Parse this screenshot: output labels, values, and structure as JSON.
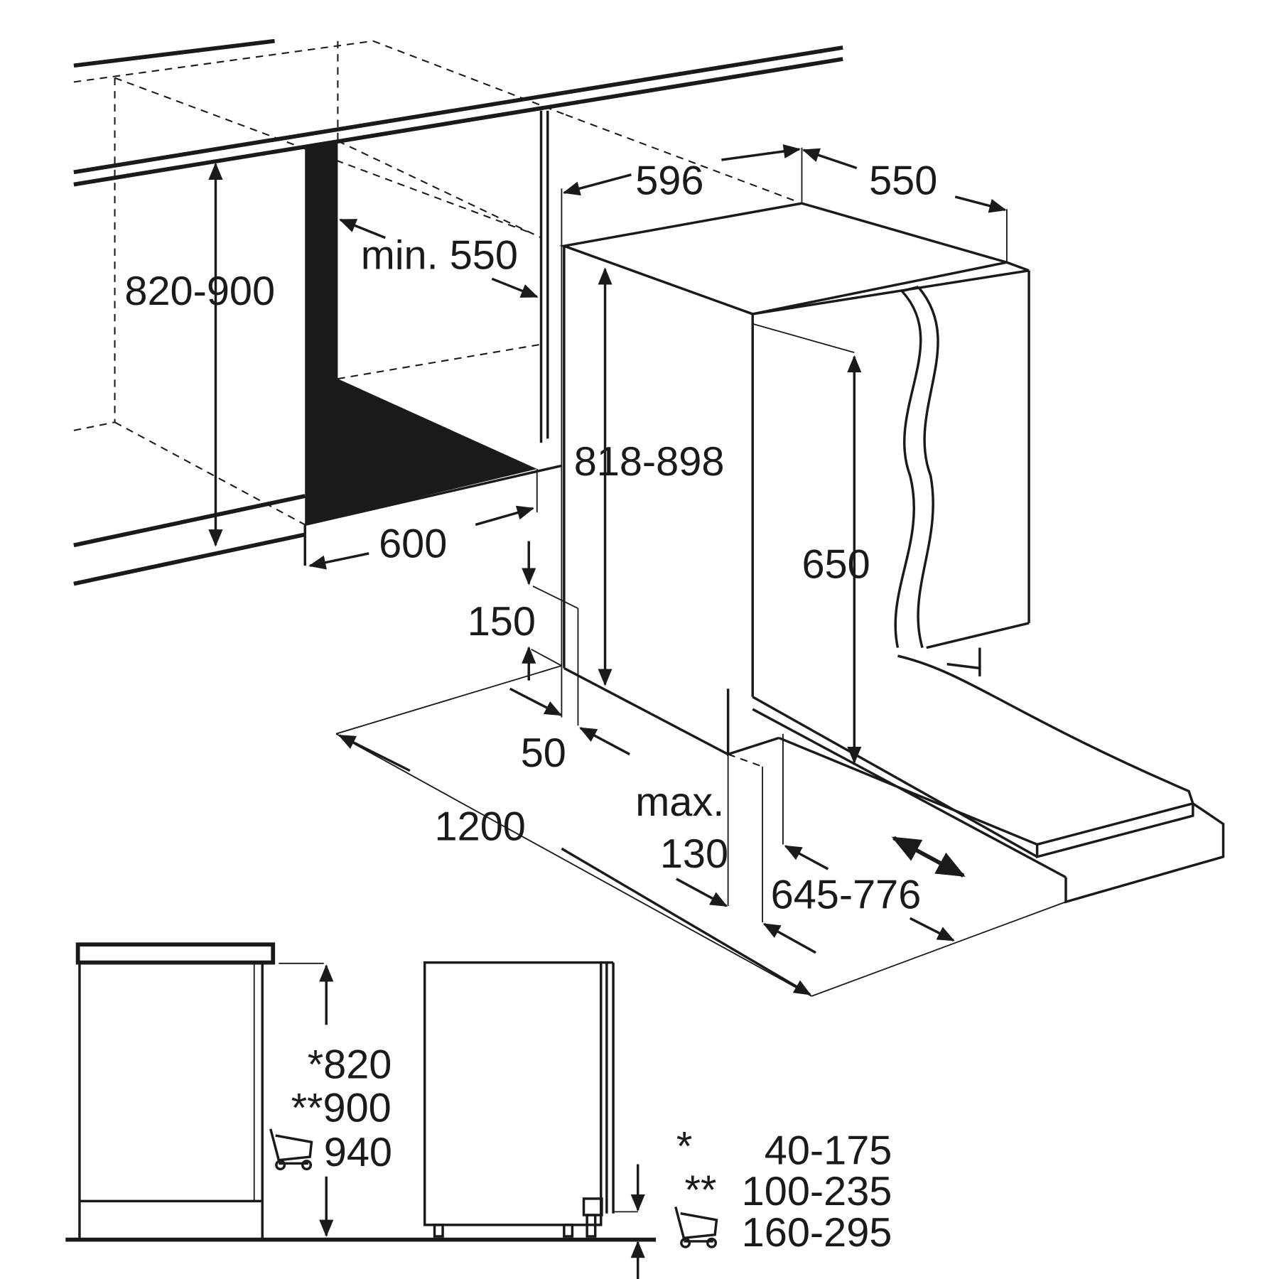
{
  "dimensions": {
    "width_596": "596",
    "depth_550": "550",
    "niche_min_depth": "min. 550",
    "niche_height": "820-900",
    "appliance_height": "818-898",
    "door_height": "650",
    "niche_width": "600",
    "plinth_150": "150",
    "plinth_50": "50",
    "door_clearance": "1200",
    "max_label": "max.",
    "max_value": "130",
    "door_panel_range": "645-776"
  },
  "side_view": {
    "height_1": "*820",
    "height_2": "**900",
    "height_3": "940"
  },
  "legend": [
    {
      "mark": "*",
      "range": "40-175"
    },
    {
      "mark": "**",
      "range": "100-235"
    },
    {
      "mark": "cart-icon",
      "range": "160-295"
    }
  ],
  "colors": {
    "line": "#1a1a1a",
    "background": "#ffffff"
  }
}
